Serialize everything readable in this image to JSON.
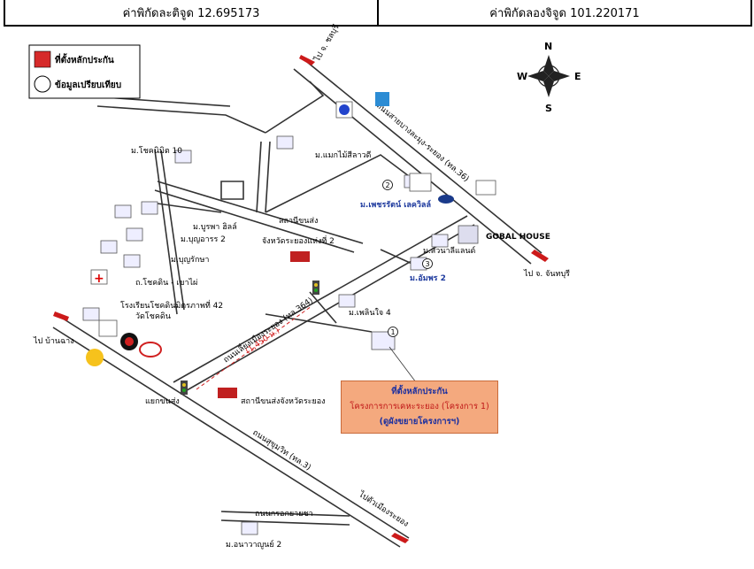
{
  "header": {
    "latitude": "ค่าพิกัดละติจูด 12.695173",
    "longitude": "ค่าพิกัดลองจิจูด 101.220171"
  },
  "legend": {
    "project_site": "ที่ตั้งหลักประกัน",
    "comparables": "ข้อมูลเปรียบเทียบ"
  },
  "compass": {
    "n": "N",
    "s": "S",
    "e": "E",
    "w": "W"
  },
  "roads": {
    "to_chonburi": "ไป จ. ชลบุรี",
    "highway36": "ถนนสายบางละมุง-ระยอง (ทล.36)",
    "to_chanthaburi": "ไป จ. จันทบุรี",
    "to_ban_chang": "ไป บ้านฉาง",
    "road364": "ถนนเลี่ยงเมืองระยอง (ทล.364)",
    "distance": "(1,450 ม.)",
    "sukhumvit": "ถนนสุขุมวิท (ทล.3)",
    "to_rayong_city": "ไปตัวเมืองระยอง",
    "ring_road": "ถนนกรอกยายชา"
  },
  "places": {
    "chok_nimit": "ม.โชคนิมิต 10",
    "maek_mai": "ม.แมกไม้สีลาวดี",
    "burapha": "ม.บูรพา ฮิลล์",
    "bunyaraat": "ม.บุญอารร 2",
    "bunrakkha": "ม.บุญรักษา",
    "choke_din": "ถ.โชคดิน - เขาไผ่",
    "school": "โรงเรียนโชคดินมิตรภาพที่ 42",
    "temple": "วัดโชคดิน",
    "bus_station2": "สถานีขนส่ง",
    "bus_station2b": "จังหวัดระยองแห่งที่ 2",
    "phetcharat": "ม.เพชรรัตน์ เลควิลล์",
    "gobal": "GOBAL HOUSE",
    "suan_na": "ม.สวนาลีแลนด์",
    "amphon": "ม.อัมพร 2",
    "phloen_chai": "ม.เพลินใจ 4",
    "yaek_khonsong": "แยกขนส่ง",
    "bus_station": "สถานีขนส่งจังหวัดระยอง",
    "anawatyu": "ม.อนาวาญูนย์ 2"
  },
  "markers": {
    "m1": "1",
    "m2": "2",
    "m3": "3"
  },
  "callout": {
    "line1": "ที่ตั้งหลักประกัน",
    "line2": "โครงการการเคหะระยอง (โครงการ 1)",
    "line3": "(ดูผังขยายโครงการฯ)"
  }
}
